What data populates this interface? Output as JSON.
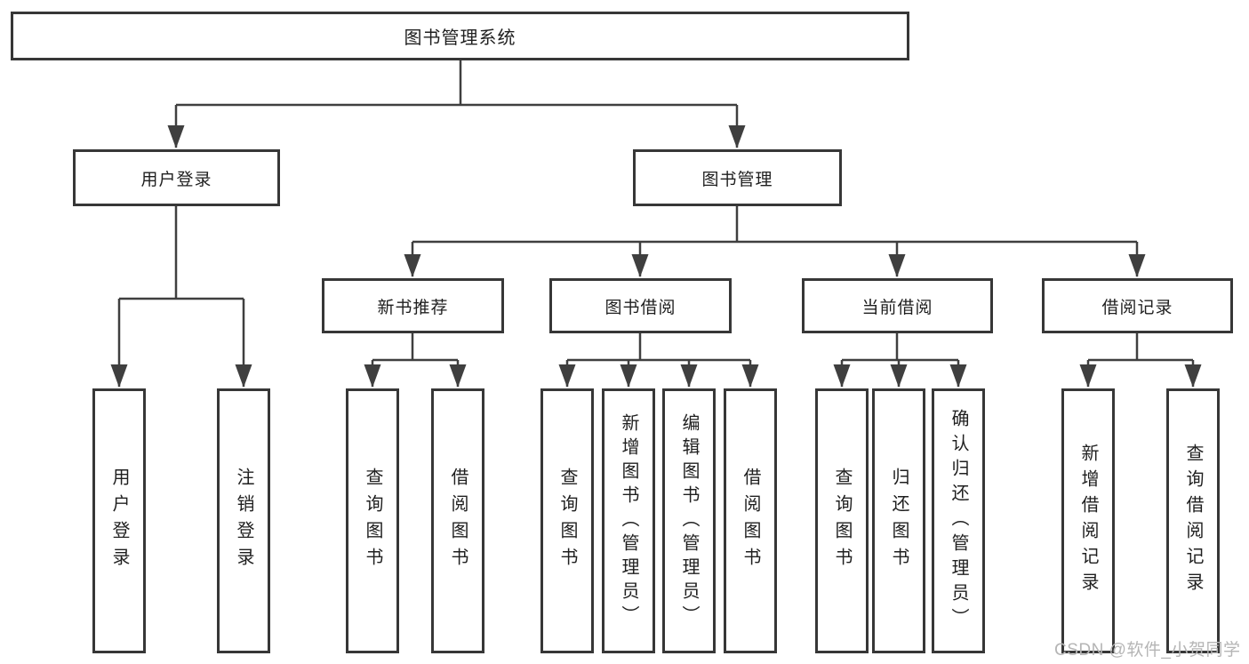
{
  "tree": {
    "root": {
      "label": "图书管理系统",
      "children": [
        {
          "label": "用户登录",
          "children": [
            {
              "label": "用户登录"
            },
            {
              "label": "注销登录"
            }
          ]
        },
        {
          "label": "图书管理",
          "children": [
            {
              "label": "新书推荐",
              "children": [
                {
                  "label": "查询图书"
                },
                {
                  "label": "借阅图书"
                }
              ]
            },
            {
              "label": "图书借阅",
              "children": [
                {
                  "label": "查询图书"
                },
                {
                  "label": "新增图书（管理员）"
                },
                {
                  "label": "编辑图书（管理员）"
                },
                {
                  "label": "借阅图书"
                }
              ]
            },
            {
              "label": "当前借阅",
              "children": [
                {
                  "label": "查询图书"
                },
                {
                  "label": "归还图书"
                },
                {
                  "label": "确认归还（管理员）"
                }
              ]
            },
            {
              "label": "借阅记录",
              "children": [
                {
                  "label": "新增借阅记录"
                },
                {
                  "label": "查询借阅记录"
                }
              ]
            }
          ]
        }
      ]
    }
  },
  "watermark": {
    "text": "CSDN @软件_小贺同学"
  },
  "colors": {
    "line": "#3f3f3f",
    "box_border": "#373737",
    "text": "#1f1f1f",
    "watermark": "#b5b5b5",
    "background": "#ffffff"
  }
}
